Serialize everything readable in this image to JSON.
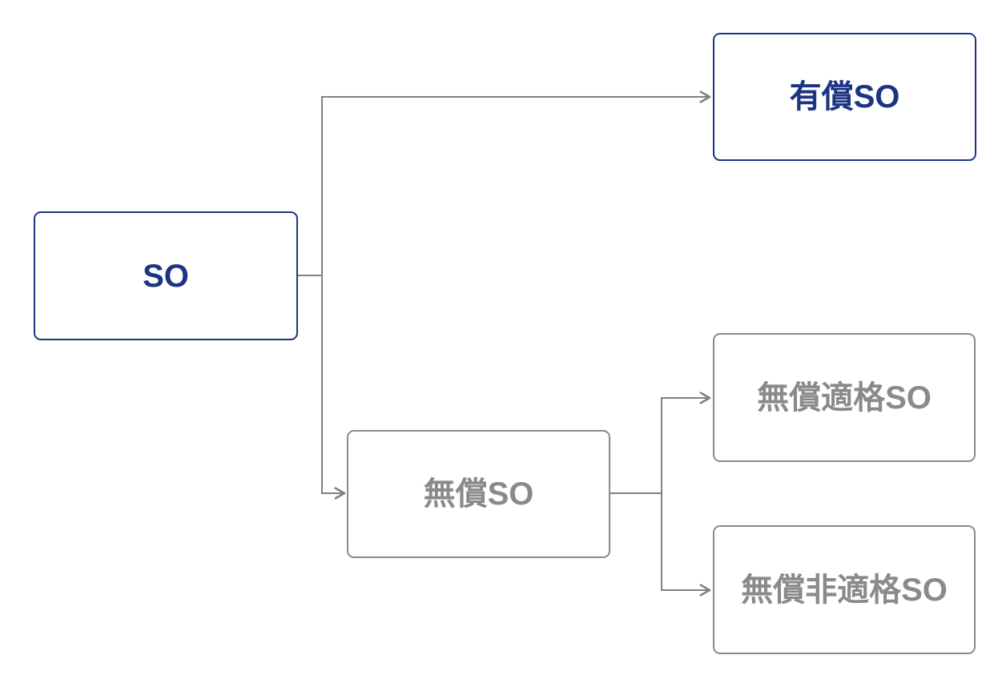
{
  "diagram": {
    "colors": {
      "primary": "#1d3483",
      "secondary": "#8a8a8a",
      "connector": "#808080",
      "node_fill": "#ffffff",
      "canvas_bg": "#ffffff"
    },
    "nodes": [
      {
        "id": "so",
        "label": "SO",
        "variant": "primary"
      },
      {
        "id": "yusho-so",
        "label": "有償SO",
        "variant": "primary"
      },
      {
        "id": "musho-so",
        "label": "無償SO",
        "variant": "secondary"
      },
      {
        "id": "musho-tekikaku-so",
        "label": "無償適格SO",
        "variant": "secondary"
      },
      {
        "id": "musho-hitekikaku-so",
        "label": "無償非適格SO",
        "variant": "secondary"
      }
    ],
    "edges": [
      {
        "from": "SO",
        "to": "有償SO"
      },
      {
        "from": "SO",
        "to": "無償SO"
      },
      {
        "from": "無償SO",
        "to": "無償適格SO"
      },
      {
        "from": "無償SO",
        "to": "無償非適格SO"
      }
    ]
  }
}
